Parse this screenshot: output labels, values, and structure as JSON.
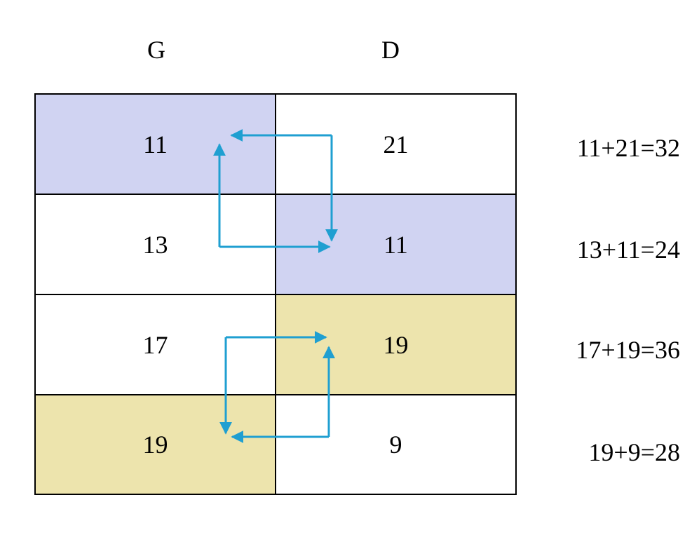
{
  "headers": {
    "left": "G",
    "right": "D"
  },
  "colors": {
    "purple": "#d0d3f2",
    "yellow": "#ede4ad",
    "white": "#ffffff",
    "arrow": "#1f9fd1"
  },
  "rows": [
    {
      "g": "11",
      "d": "21",
      "g_fill": "purple",
      "d_fill": "white",
      "equation": "11+21=32"
    },
    {
      "g": "13",
      "d": "11",
      "g_fill": "white",
      "d_fill": "purple",
      "equation": "13+11=24"
    },
    {
      "g": "17",
      "d": "19",
      "g_fill": "white",
      "d_fill": "yellow",
      "equation": "17+19=36"
    },
    {
      "g": "19",
      "d": "9",
      "g_fill": "yellow",
      "d_fill": "white",
      "equation": "19+9=28"
    }
  ]
}
